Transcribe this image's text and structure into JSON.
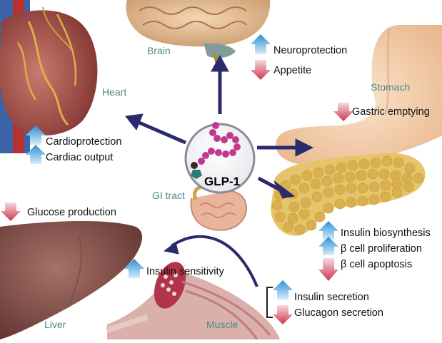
{
  "center": {
    "label": "GLP-1"
  },
  "organs": {
    "brain": "Brain",
    "heart": "Heart",
    "stomach": "Stomach",
    "gi_tract": "GI tract",
    "liver": "Liver",
    "muscle": "Muscle"
  },
  "effects": {
    "brain": [
      {
        "text": "Neuroprotection",
        "direction": "up"
      },
      {
        "text": "Appetite",
        "direction": "down"
      }
    ],
    "heart": [
      {
        "text": "Cardioprotection",
        "direction": "up"
      },
      {
        "text": "Cardiac output",
        "direction": "up"
      }
    ],
    "stomach": [
      {
        "text": "Gastric emptying",
        "direction": "down"
      }
    ],
    "liver": [
      {
        "text": "Glucose production",
        "direction": "down"
      }
    ],
    "muscle": [
      {
        "text": "Insulin sensitivity",
        "direction": "up"
      }
    ],
    "pancreas_beta": [
      {
        "text": "Insulin biosynthesis",
        "direction": "up"
      },
      {
        "text": "β cell proliferation",
        "direction": "up"
      },
      {
        "text": "β cell apoptosis",
        "direction": "down"
      }
    ],
    "pancreas_islet": [
      {
        "text": "Insulin secretion",
        "direction": "up"
      },
      {
        "text": "Glucagon secretion",
        "direction": "down"
      }
    ]
  },
  "colors": {
    "up_arrow": "#3a9ad6",
    "down_arrow": "#d2415a",
    "pathway_arrow": "#2a2a6e",
    "organ_label": "#4a8a88",
    "peptide_bead": "#c2388e"
  }
}
